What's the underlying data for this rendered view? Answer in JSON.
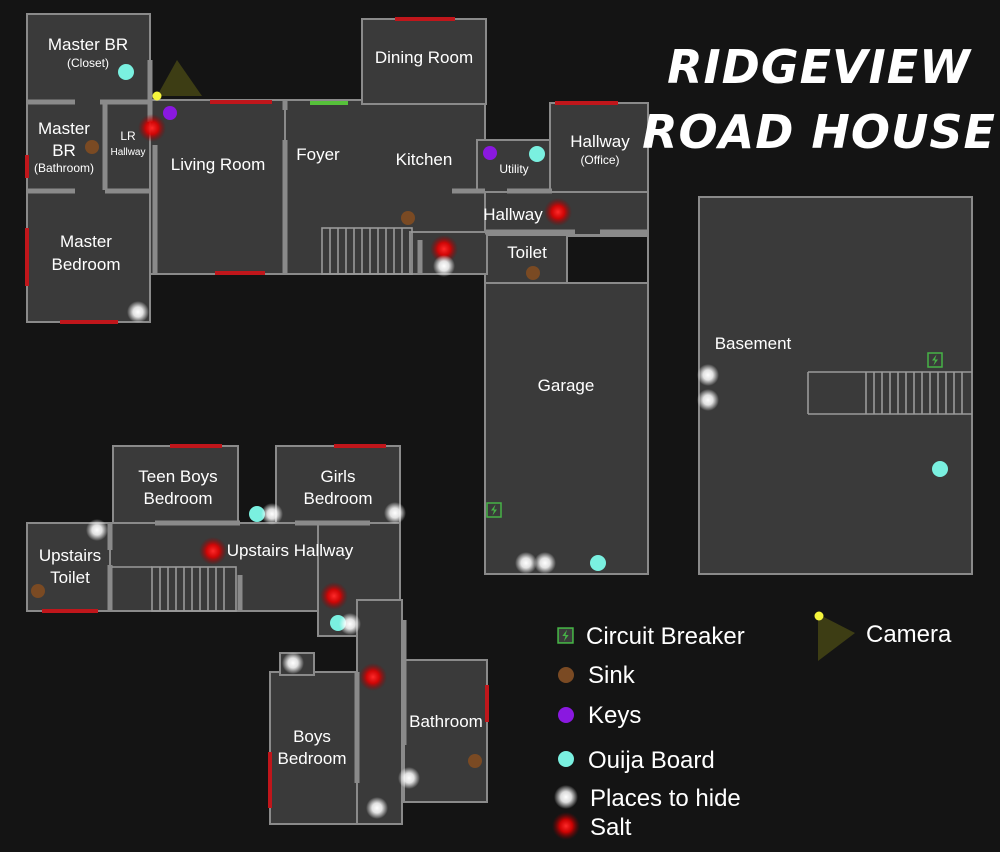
{
  "title": {
    "line1": "RIDGEVIEW",
    "line2": "ROAD HOUSE"
  },
  "rooms": {
    "master_closet": {
      "name": "Master BR",
      "sub": "(Closet)"
    },
    "master_bath": {
      "line1": "Master",
      "line2": "BR",
      "sub": "(Bathroom)"
    },
    "lr_hallway": {
      "line1": "LR",
      "line2": "Hallway"
    },
    "master_bedroom": {
      "line1": "Master",
      "line2": "Bedroom"
    },
    "living_room": "Living Room",
    "foyer": "Foyer",
    "dining_room": "Dining Room",
    "kitchen": "Kitchen",
    "utility": "Utility",
    "hallway_office": {
      "name": "Hallway",
      "sub": "(Office)"
    },
    "hallway": "Hallway",
    "toilet": "Toilet",
    "garage": "Garage",
    "basement": "Basement",
    "teen_boys": {
      "line1": "Teen Boys",
      "line2": "Bedroom"
    },
    "girls": {
      "line1": "Girls",
      "line2": "Bedroom"
    },
    "upstairs_toilet": {
      "line1": "Upstairs",
      "line2": "Toilet"
    },
    "upstairs_hallway": "Upstairs Hallway",
    "boys": {
      "line1": "Boys",
      "line2": "Bedroom"
    },
    "bathroom": "Bathroom"
  },
  "legend": {
    "circuit_breaker": "Circuit Breaker",
    "sink": "Sink",
    "keys": "Keys",
    "ouija": "Ouija Board",
    "hide": "Places to hide",
    "salt": "Salt",
    "camera": "Camera"
  },
  "colors": {
    "background": "#141414",
    "room_fill": "#3a3a3a",
    "wall": "#8a8a8a",
    "window": "#c0161b",
    "door": "#56c13a",
    "sink": "#7a4a23",
    "keys": "#8a18e0",
    "ouija": "#7af0e0",
    "hide": "#ffffff",
    "salt": "#ff1010",
    "camera": "#3d3d14",
    "camera_dot": "#f5f53c",
    "breaker": "#46b246"
  }
}
